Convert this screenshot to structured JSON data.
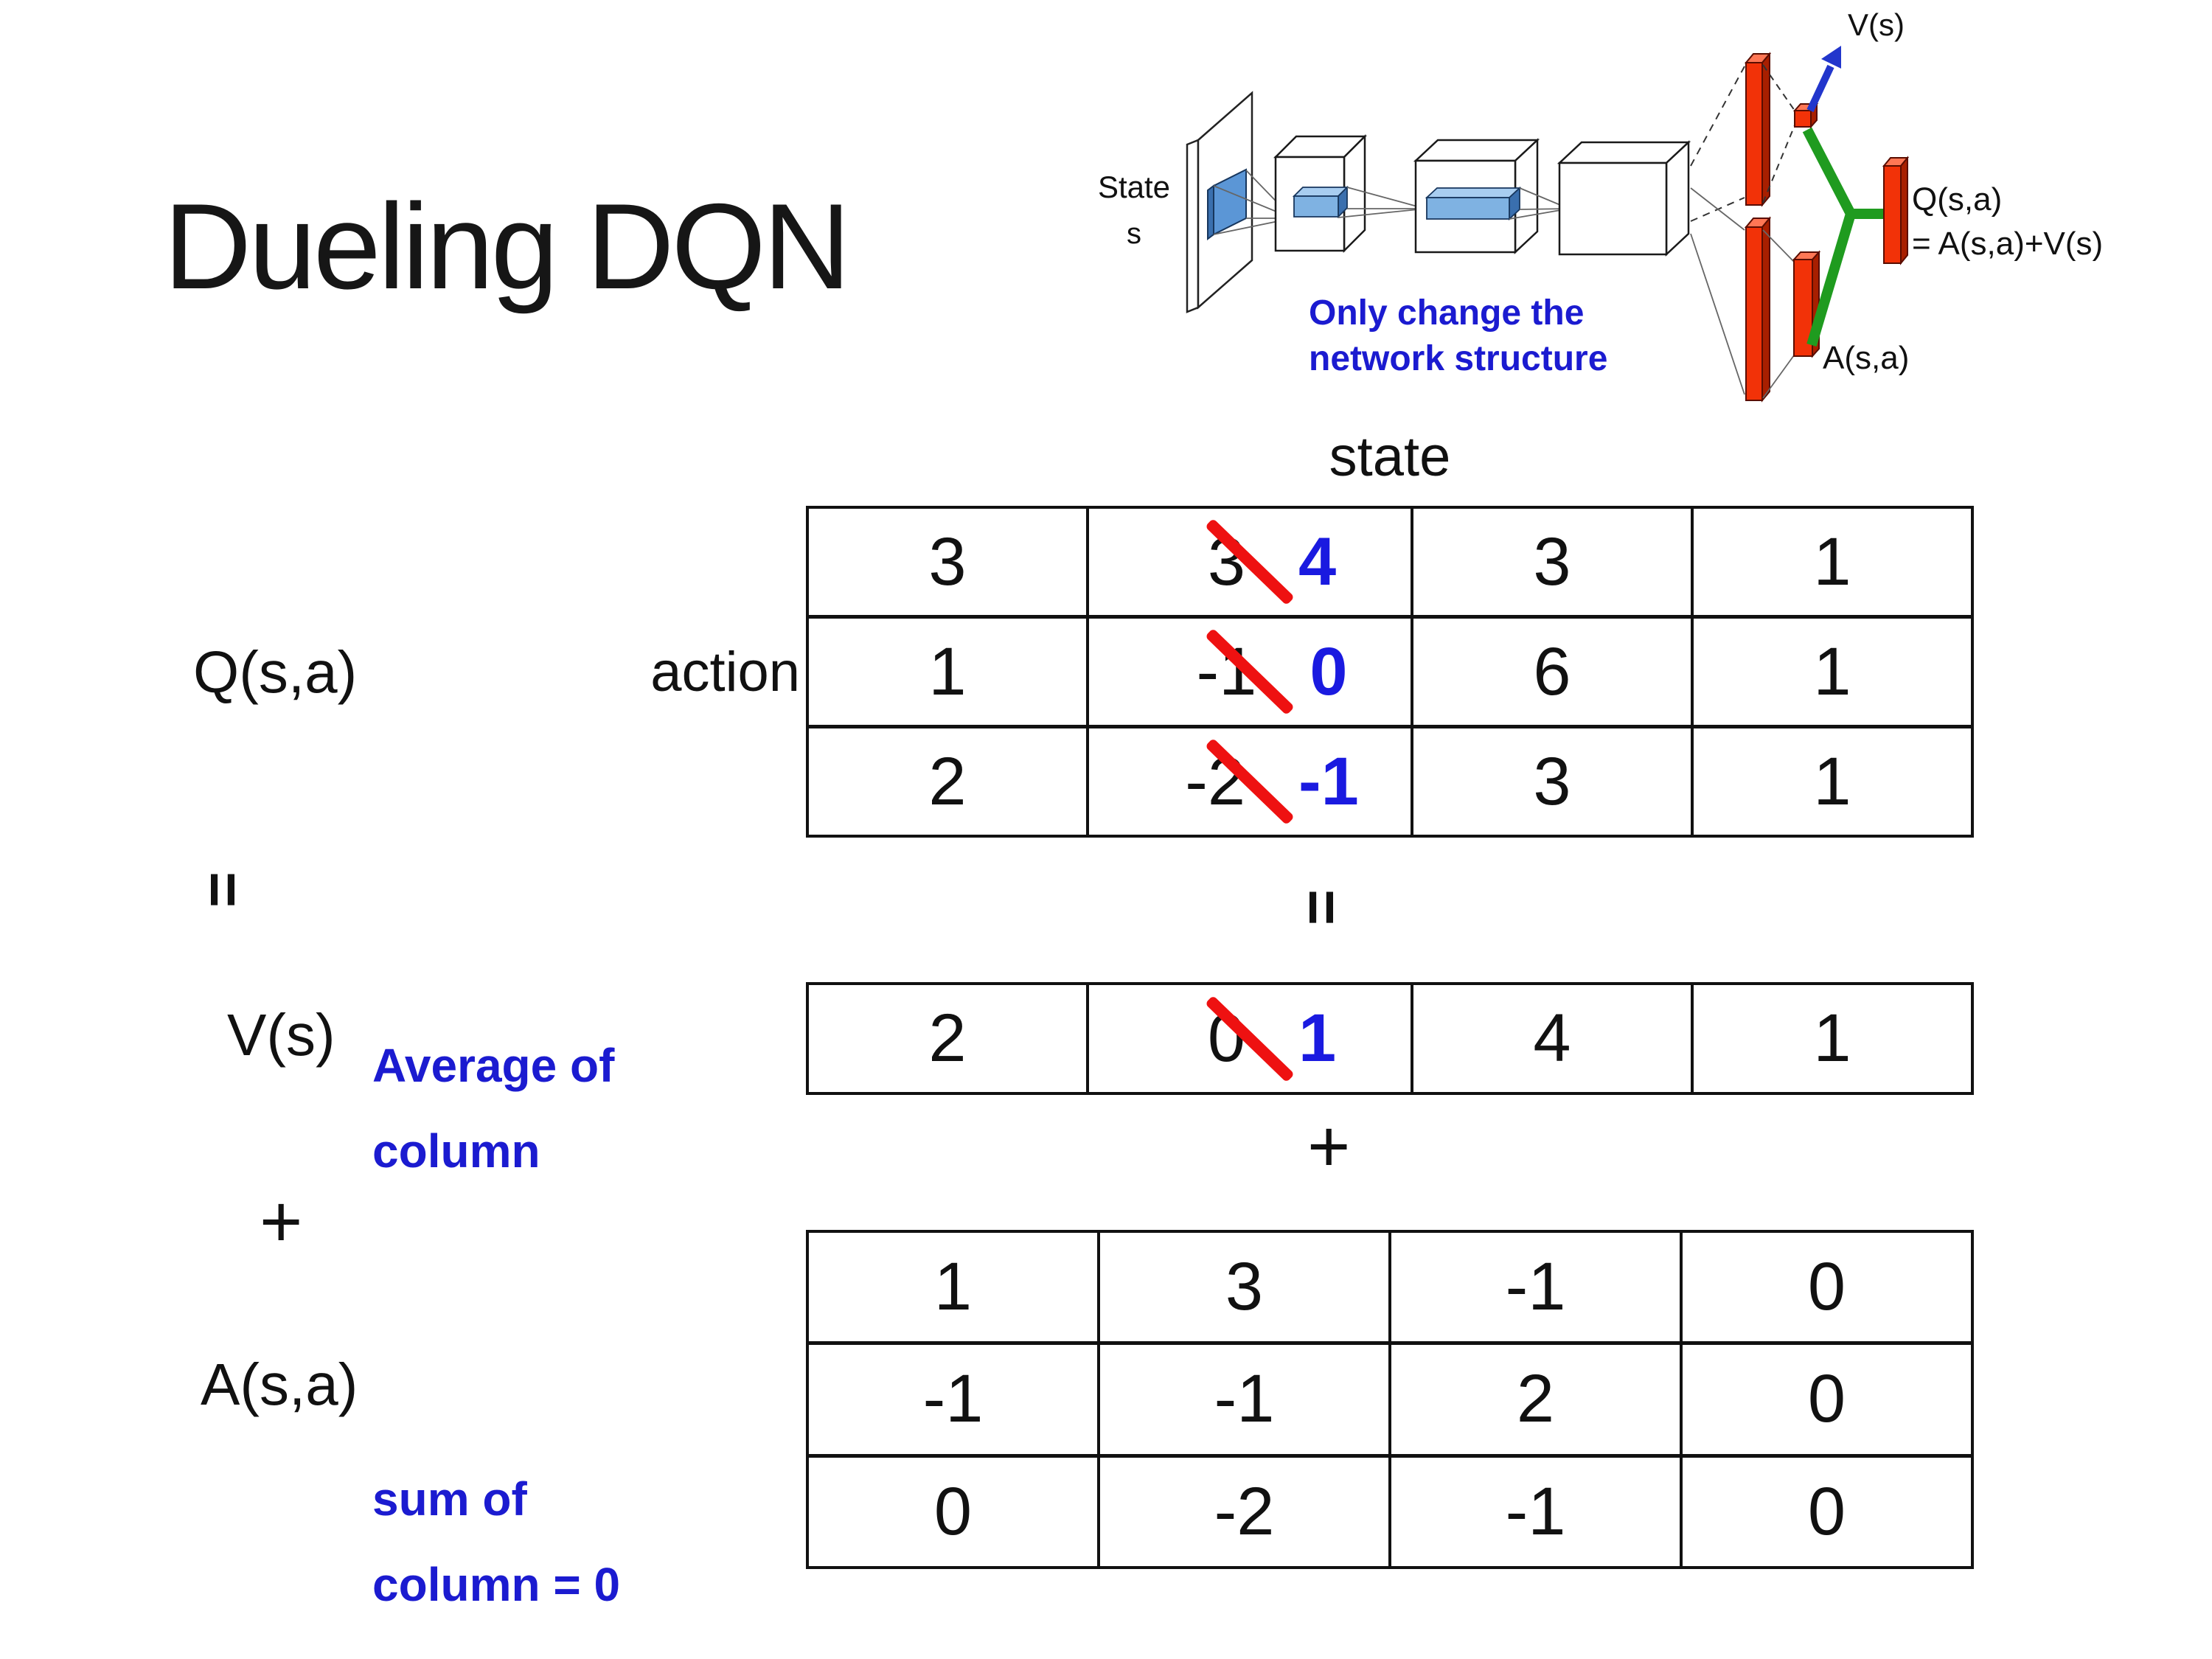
{
  "slide_title": "Dueling DQN",
  "diagram": {
    "input_label_line1": "State",
    "input_label_line2": "s",
    "note_line1": "Only change the",
    "note_line2": "network structure",
    "v_output_label": "V(s)",
    "q_output_label": "Q(s,a)",
    "q_output_formula": "= A(s,a)+V(s)",
    "a_output_label": "A(s,a)"
  },
  "matrix_section": {
    "state_header": "state",
    "action_header": "action",
    "q_label": "Q(s,a)",
    "v_label": "V(s)",
    "a_label": "A(s,a)",
    "equals_symbol": "=",
    "plus_symbol": "+",
    "average_note": "Average of\ncolumn",
    "sum_note": "sum of\ncolumn = 0"
  },
  "q_table": {
    "rows": [
      {
        "c0": "3",
        "c1_old": "3",
        "c1_new": "4",
        "c2": "3",
        "c3": "1"
      },
      {
        "c0": "1",
        "c1_old": "-1",
        "c1_new": "0",
        "c2": "6",
        "c3": "1"
      },
      {
        "c0": "2",
        "c1_old": "-2",
        "c1_new": "-1",
        "c2": "3",
        "c3": "1"
      }
    ]
  },
  "v_table": {
    "c0": "2",
    "c1_old": "0",
    "c1_new": "1",
    "c2": "4",
    "c3": "1"
  },
  "a_table": {
    "rows": [
      {
        "c0": "1",
        "c1": "3",
        "c2": "-1",
        "c3": "0"
      },
      {
        "c0": "-1",
        "c1": "-1",
        "c2": "2",
        "c3": "0"
      },
      {
        "c0": "0",
        "c1": "-2",
        "c2": "-1",
        "c3": "0"
      }
    ]
  },
  "colors": {
    "highlight_blue": "#1a1ae0",
    "note_blue": "#1b1bd0",
    "strike_red": "#ee1111",
    "bar_red": "#f23208",
    "merge_green": "#1f9b1f",
    "filter_blue": "#7fb2e2",
    "arrow_blue": "#2236cc"
  }
}
